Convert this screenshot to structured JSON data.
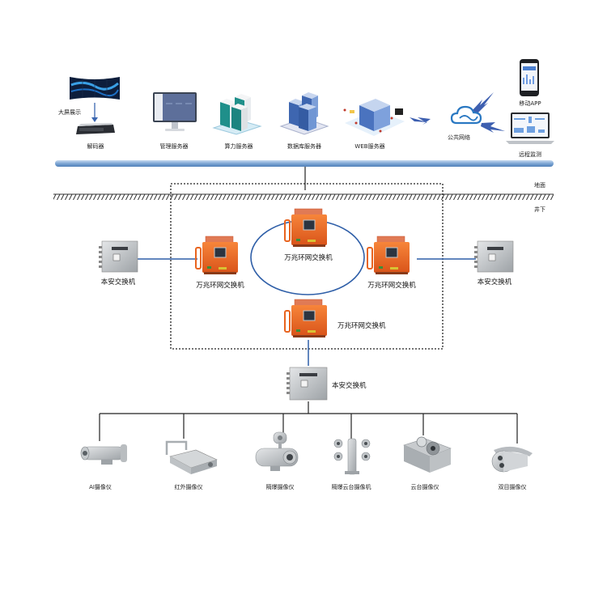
{
  "top_devices": [
    {
      "id": "video-wall",
      "label": "大屏展示"
    },
    {
      "id": "decoder",
      "label": "解码器"
    },
    {
      "id": "management-server",
      "label": "管理服务器"
    },
    {
      "id": "compute-server",
      "label": "算力服务器"
    },
    {
      "id": "database-server",
      "label": "数据库服务器"
    },
    {
      "id": "web-server",
      "label": "WEB服务器"
    },
    {
      "id": "public-network",
      "label": "公共网络"
    },
    {
      "id": "mobile-app",
      "label": "移动APP"
    },
    {
      "id": "remote-monitor",
      "label": "远程监测"
    }
  ],
  "zones": {
    "surface": "地面",
    "underground": "井下"
  },
  "ring_switches": [
    {
      "id": "ring-top",
      "label": "万兆环网交换机"
    },
    {
      "id": "ring-left",
      "label": "万兆环网交换机"
    },
    {
      "id": "ring-right",
      "label": "万兆环网交换机"
    },
    {
      "id": "ring-bottom",
      "label": "万兆环网交换机"
    }
  ],
  "safe_switches": [
    {
      "id": "safe-left",
      "label": "本安交换机"
    },
    {
      "id": "safe-right",
      "label": "本安交换机"
    },
    {
      "id": "safe-bottom",
      "label": "本安交换机"
    }
  ],
  "cameras": [
    {
      "id": "ai-camera",
      "label": "AI摄像仪"
    },
    {
      "id": "infrared-camera",
      "label": "红外摄像仪"
    },
    {
      "id": "explosion-proof-camera",
      "label": "隔爆摄像仪"
    },
    {
      "id": "explosion-proof-ptz-camera",
      "label": "隔爆云台摄像机"
    },
    {
      "id": "ptz-camera",
      "label": "云台摄像仪"
    },
    {
      "id": "dual-lens-camera",
      "label": "双目摄像仪"
    }
  ],
  "colors": {
    "bus": "#7ea7d4",
    "ring_wire": "#2f5fa8",
    "orange": "#f06a1e",
    "steel": "#b8bcbf"
  }
}
